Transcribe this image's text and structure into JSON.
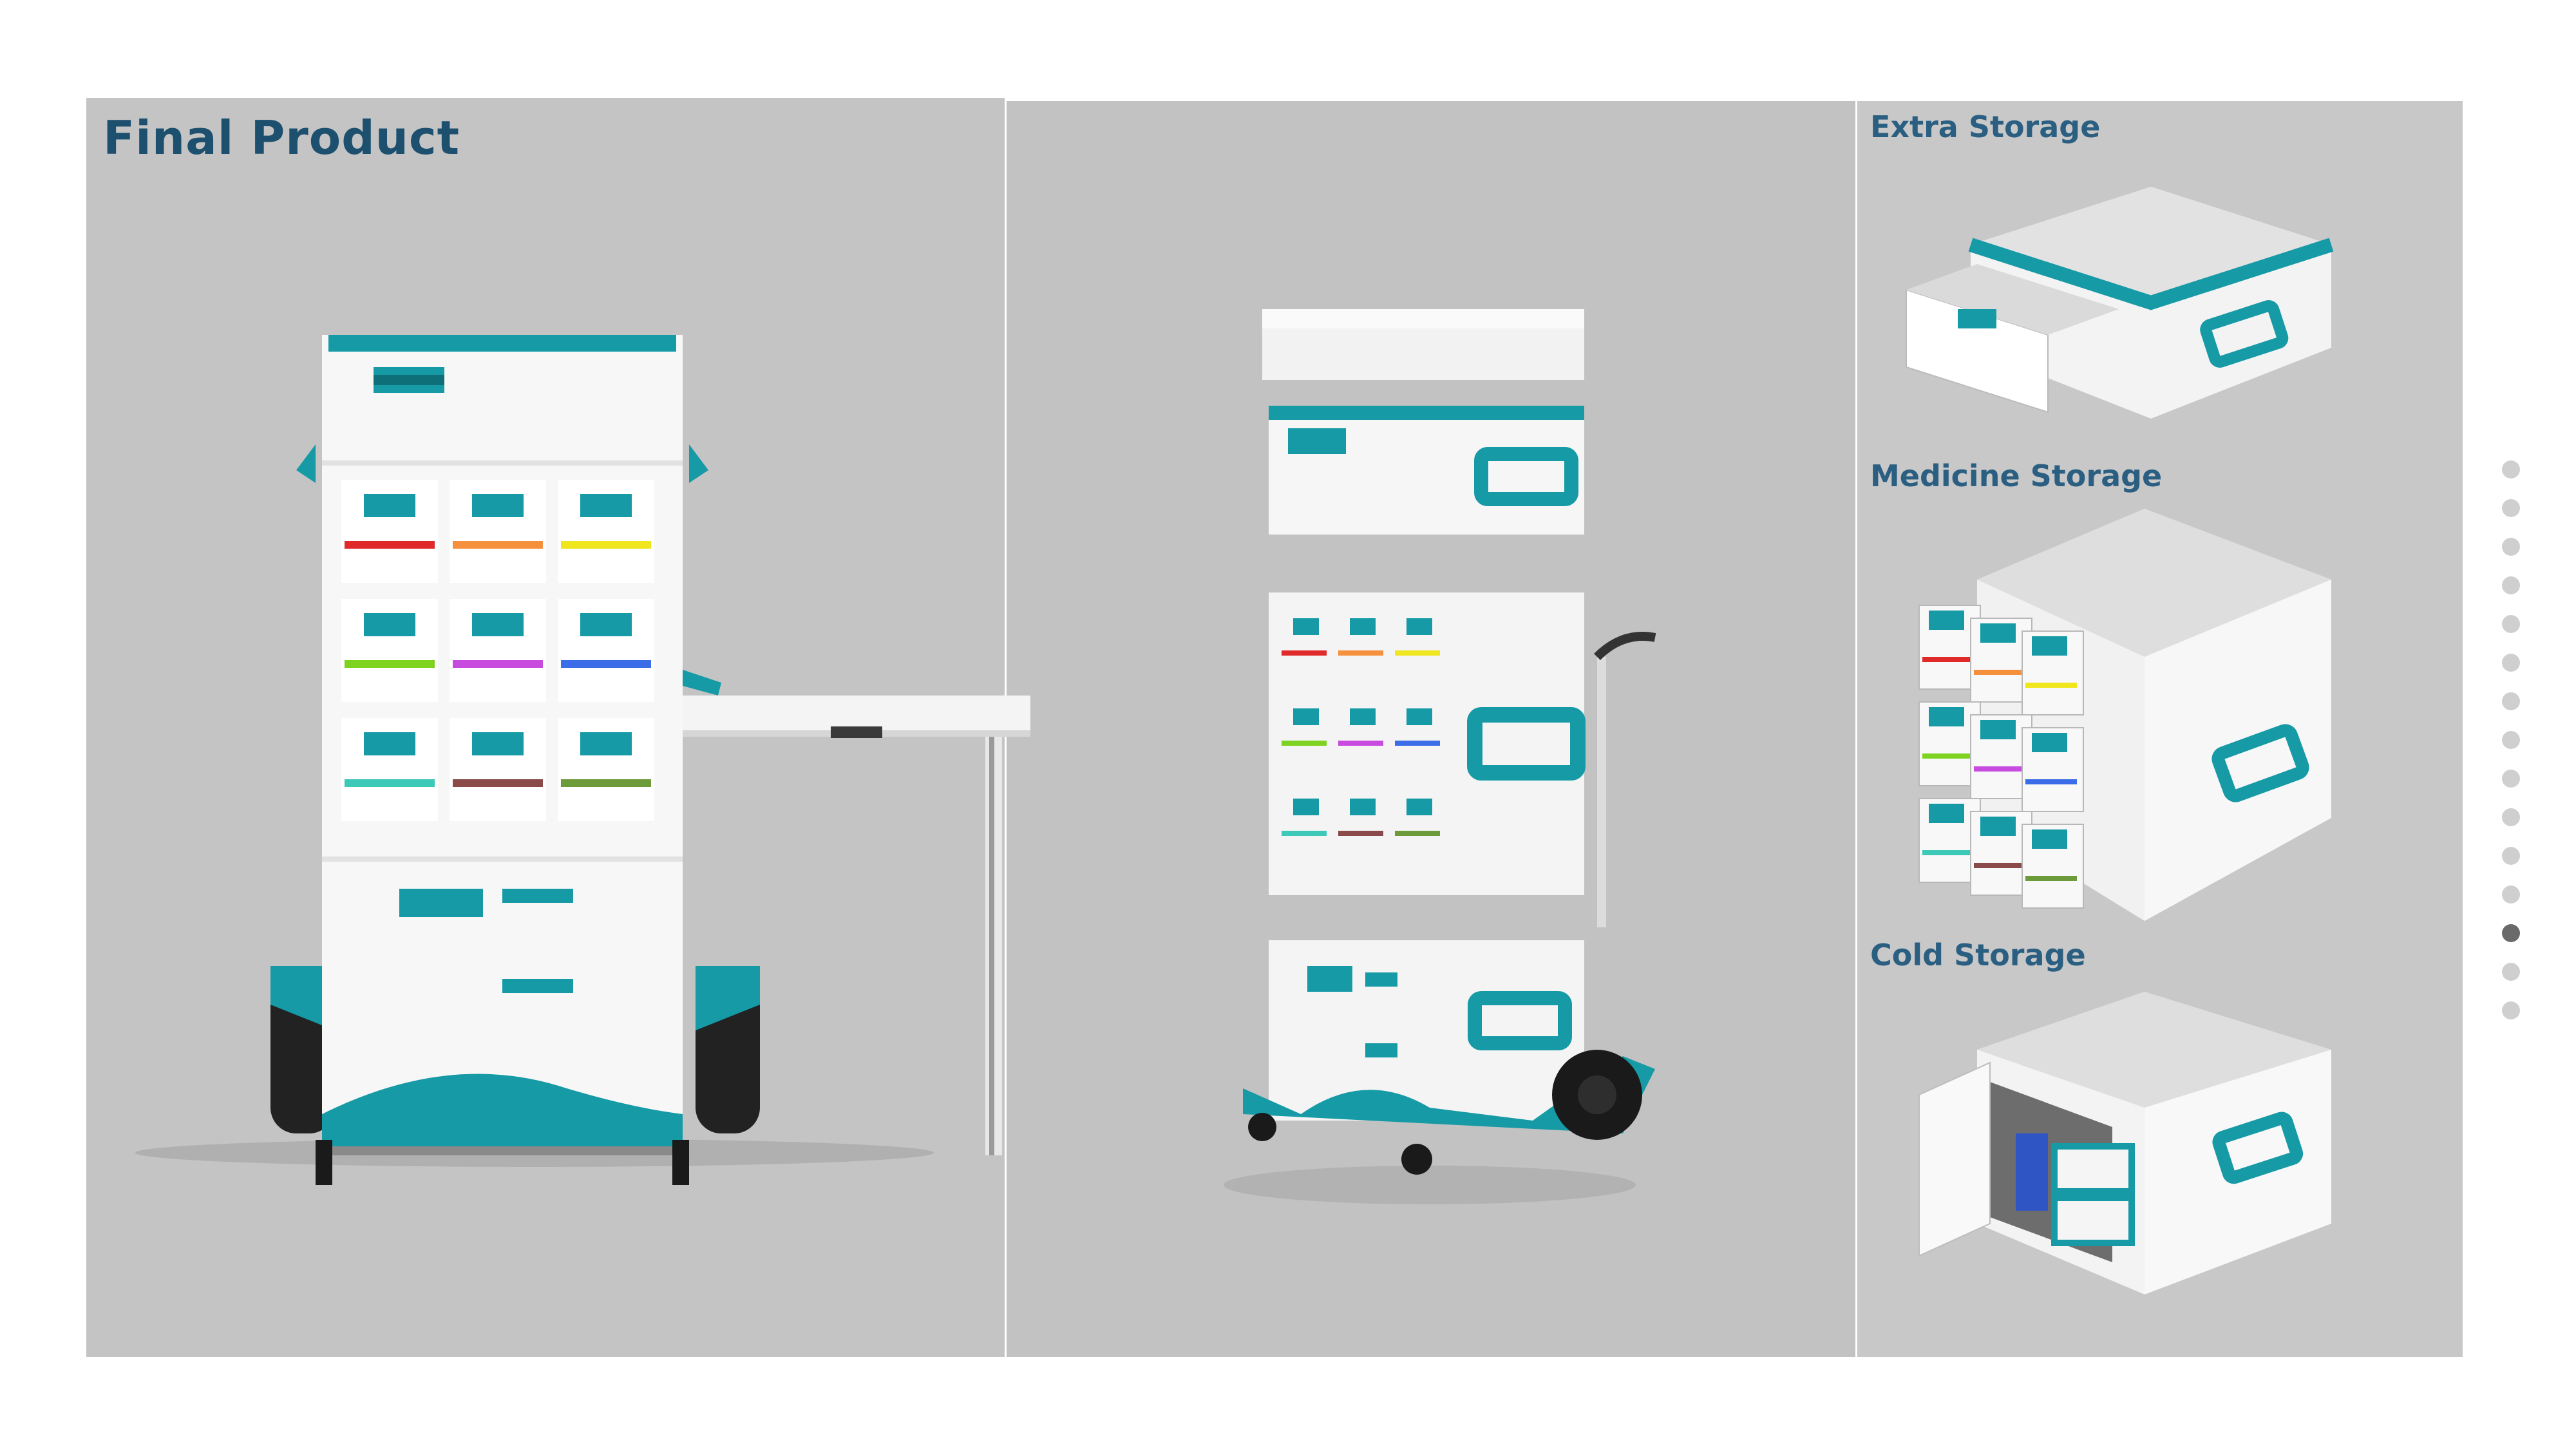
{
  "page": {
    "title": "Final Product",
    "sections": [
      {
        "label": "Extra Storage"
      },
      {
        "label": "Medicine Storage"
      },
      {
        "label": "Cold Storage"
      }
    ]
  },
  "pagination": {
    "count": 15,
    "active_index": 12
  },
  "colors": {
    "accent": "#169aa6",
    "panel": "#c4c4c4",
    "title": "#1d4f6e",
    "section_title": "#2b5f82",
    "drawer_stripes": [
      "#e02a2a",
      "#f5913d",
      "#f0e61e",
      "#7ed321",
      "#c84be0",
      "#3c6de8",
      "#3cc9b8",
      "#8a4a4a",
      "#6d9a3a"
    ]
  },
  "icons": [
    "cart-render",
    "exploded-cart-render",
    "drawer-module-render",
    "medicine-module-render",
    "cold-module-render"
  ]
}
